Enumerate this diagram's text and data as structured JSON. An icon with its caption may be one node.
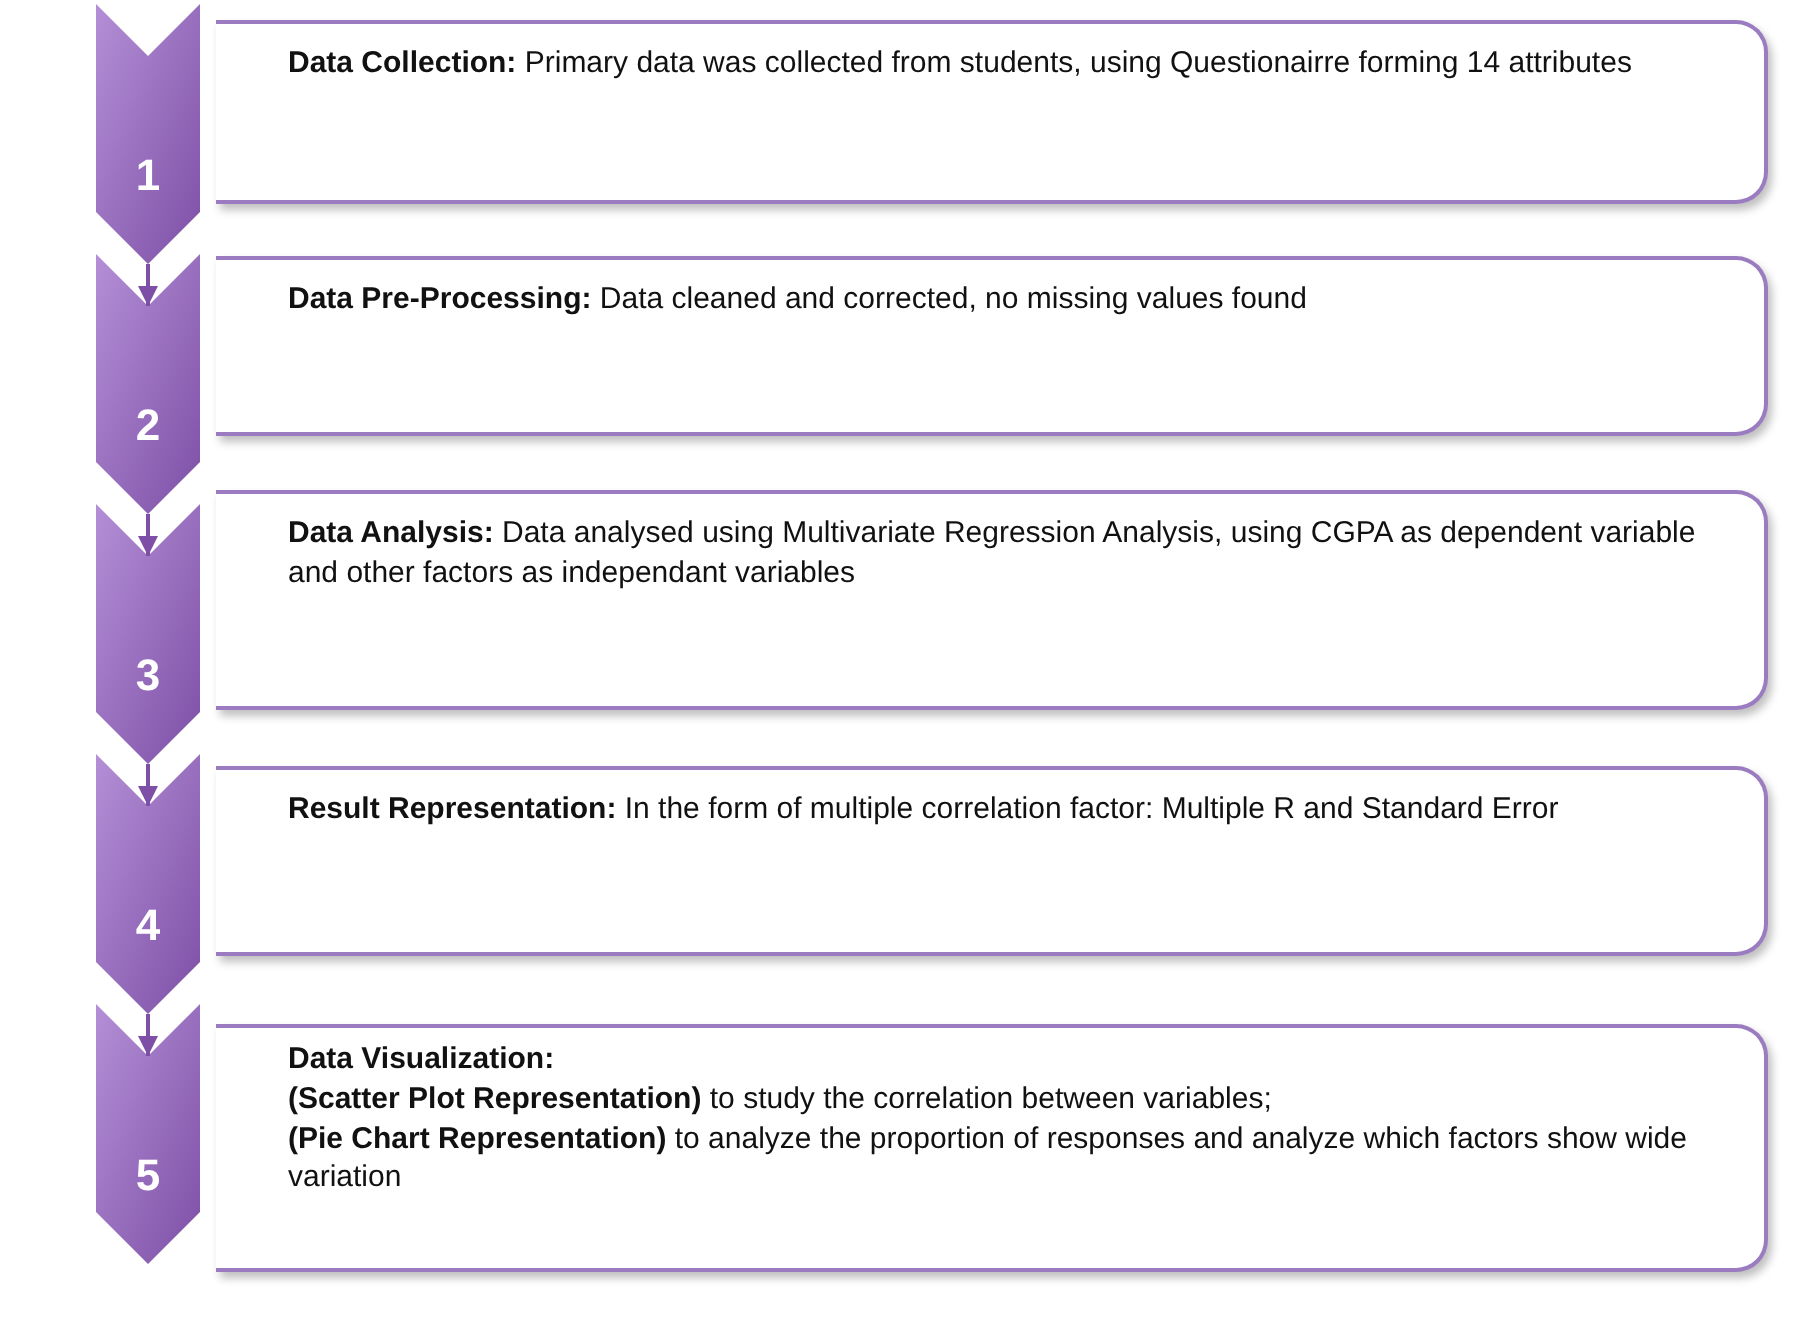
{
  "diagram": {
    "nodes": [
      {
        "text": [
          "1"
        ]
      },
      {
        "text": [
          "Data Collection:",
          "Primary data was collected from students, using Questionairre forming 14 attributes"
        ]
      },
      {
        "text": [
          "2"
        ]
      },
      {
        "text": [
          "Data Pre-Processing:",
          "Data cleaned and corrected, no missing values found"
        ]
      },
      {
        "text": [
          "3"
        ]
      },
      {
        "text": [
          "Data Analysis:",
          "Data analysed using Multivariate Regression Analysis, using CGPA as dependent variable and other factors as independant variables"
        ]
      },
      {
        "text": [
          "4"
        ]
      },
      {
        "text": [
          "Result Representation:",
          "In the form of multiple correlation factor: Multiple R and Standard Error"
        ]
      },
      {
        "text": [
          "5"
        ]
      },
      {
        "text": [
          "Data Visualization:",
          "**(Scatter Plot Representation)** to study the correlation between variables;",
          "**(Pie Chart Representation)** to analyze the proportion of responses and analyze which factors show wide variation"
        ]
      }
    ],
    "edges": [
      {
        "from": 0,
        "to": 2,
        "arrow": "to"
      },
      {
        "from": 2,
        "to": 4,
        "arrow": "to"
      },
      {
        "from": 4,
        "to": 6,
        "arrow": "to"
      },
      {
        "from": 6,
        "to": 8,
        "arrow": "to"
      }
    ]
  }
}
